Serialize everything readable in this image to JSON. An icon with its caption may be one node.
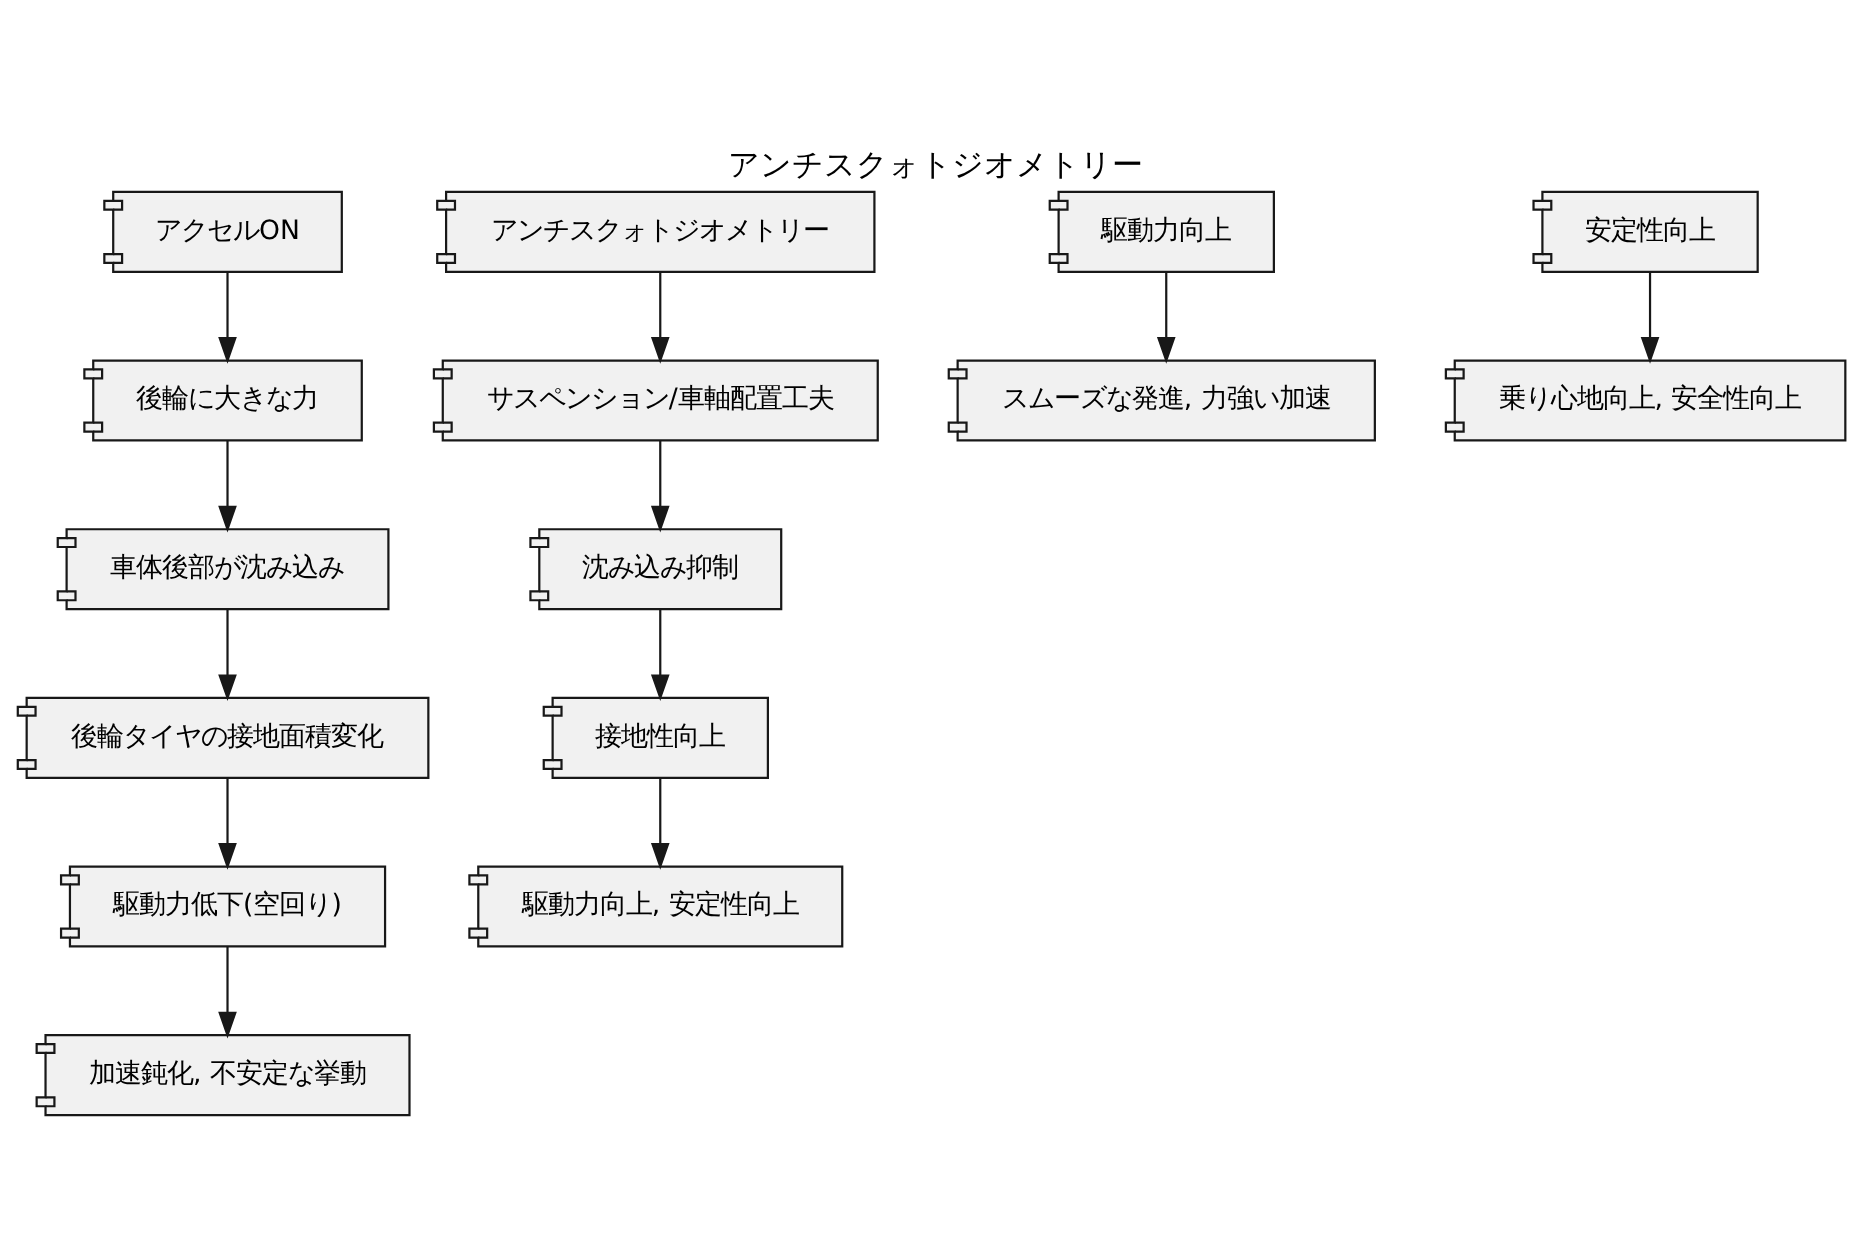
{
  "diagram": {
    "title": "アンチスクォトジオメトリー",
    "nodes": [
      {
        "text": [
          "アクセルON"
        ]
      },
      {
        "text": [
          "後輪に大きな力"
        ]
      },
      {
        "text": [
          "車体後部が沈み込み"
        ]
      },
      {
        "text": [
          "後輪タイヤの接地面積変化"
        ]
      },
      {
        "text": [
          "駆動力低下(空回り)"
        ]
      },
      {
        "text": [
          "加速鈍化, 不安定な挙動"
        ]
      },
      {
        "text": [
          "アンチスクォトジオメトリー"
        ]
      },
      {
        "text": [
          "サスペンション/車軸配置工夫"
        ]
      },
      {
        "text": [
          "沈み込み抑制"
        ]
      },
      {
        "text": [
          "接地性向上"
        ]
      },
      {
        "text": [
          "駆動力向上, 安定性向上"
        ]
      },
      {
        "text": [
          "駆動力向上"
        ]
      },
      {
        "text": [
          "スムーズな発進, 力強い加速"
        ]
      },
      {
        "text": [
          "安定性向上"
        ]
      },
      {
        "text": [
          "乗り心地向上, 安全性向上"
        ]
      }
    ],
    "edges": [
      {
        "from": 0,
        "to": 1,
        "arrow": "to"
      },
      {
        "from": 1,
        "to": 2,
        "arrow": "to"
      },
      {
        "from": 2,
        "to": 3,
        "arrow": "to"
      },
      {
        "from": 3,
        "to": 4,
        "arrow": "to"
      },
      {
        "from": 4,
        "to": 5,
        "arrow": "to"
      },
      {
        "from": 6,
        "to": 7,
        "arrow": "to"
      },
      {
        "from": 7,
        "to": 8,
        "arrow": "to"
      },
      {
        "from": 8,
        "to": 9,
        "arrow": "to"
      },
      {
        "from": 9,
        "to": 10,
        "arrow": "to"
      },
      {
        "from": 11,
        "to": 12,
        "arrow": "to"
      },
      {
        "from": 13,
        "to": 14,
        "arrow": "to"
      }
    ]
  }
}
